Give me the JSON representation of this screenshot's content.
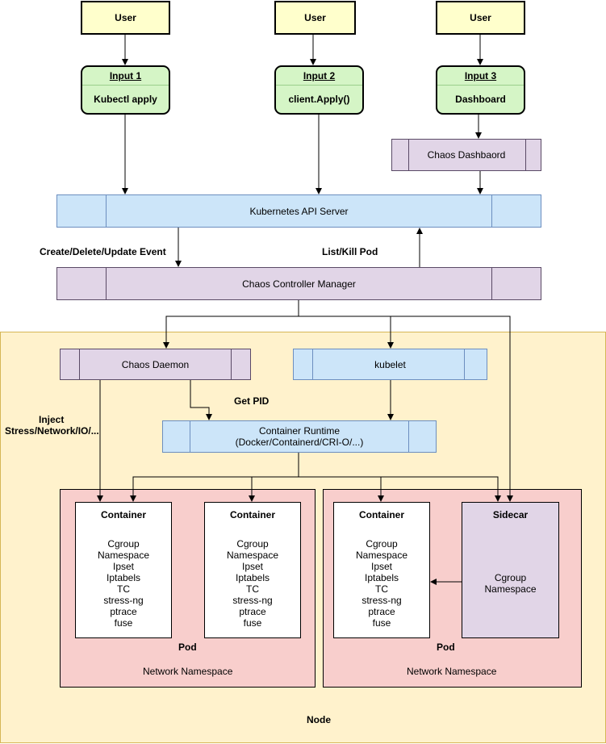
{
  "users": [
    "User",
    "User",
    "User"
  ],
  "inputs": [
    {
      "title": "Input 1",
      "body": "Kubectl apply"
    },
    {
      "title": "Input 2",
      "body": "client.Apply()"
    },
    {
      "title": "Input 3",
      "body": "Dashboard"
    }
  ],
  "chaos_dashboard": "Chaos Dashbaord",
  "api_server": "Kubernetes API Server",
  "controller_manager": "Chaos Controller Manager",
  "chaos_daemon": "Chaos Daemon",
  "kubelet": "kubelet",
  "runtime": {
    "line1": "Container Runtime",
    "line2": "(Docker/Containerd/CRI-O/...)"
  },
  "labels": {
    "create_event": "Create/Delete/Update Event",
    "list_kill": "List/Kill Pod",
    "get_pid": "Get PID",
    "inject_1": "Inject",
    "inject_2": "Stress/Network/IO/...",
    "node": "Node"
  },
  "container_title": "Container",
  "container_items": [
    "Cgroup",
    "Namespace",
    "Ipset",
    "Iptabels",
    "TC",
    "stress-ng",
    "ptrace",
    "fuse"
  ],
  "sidecar": {
    "title": "Sidecar",
    "items": [
      "Cgroup",
      "Namespace"
    ]
  },
  "pod_label": "Pod",
  "network_namespace": "Network Namespace"
}
